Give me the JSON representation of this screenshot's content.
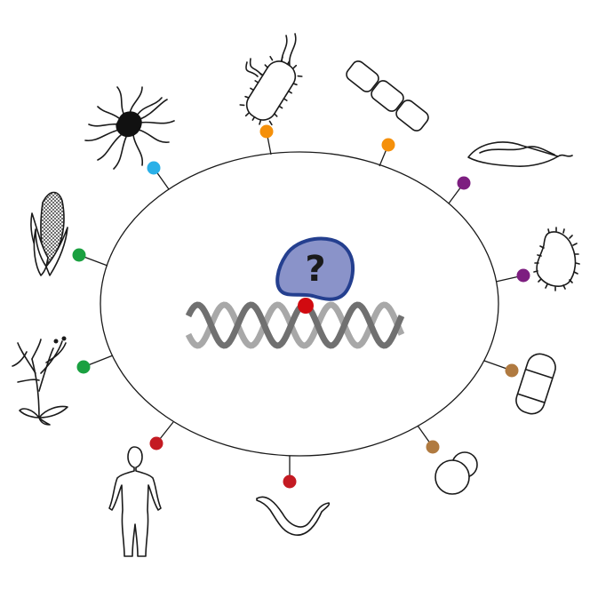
{
  "diagram": {
    "protein_label": "?",
    "colors": {
      "ellipse_stroke": "#1a1a1a",
      "dna_strand_dark": "#707070",
      "dna_strand_light": "#a8a8a8",
      "protein_fill": "#8a93c9",
      "protein_stroke": "#243f8f",
      "binding_site": "#d10a10"
    },
    "organisms": [
      {
        "id": "protist-flagellate",
        "icon": "flagellate-cell-icon",
        "marker_color": "#2ab0e8"
      },
      {
        "id": "bacterium-rod",
        "icon": "rod-bacterium-icon",
        "marker_color": "#f5900a"
      },
      {
        "id": "bacterium-chain",
        "icon": "chain-bacterium-icon",
        "marker_color": "#f5900a"
      },
      {
        "id": "trypanosome",
        "icon": "trypanosome-icon",
        "marker_color": "#7d1e80"
      },
      {
        "id": "amoeba",
        "icon": "amoeba-icon",
        "marker_color": "#7d1e80"
      },
      {
        "id": "fission-yeast",
        "icon": "fission-yeast-icon",
        "marker_color": "#b07a40"
      },
      {
        "id": "budding-yeast",
        "icon": "budding-yeast-icon",
        "marker_color": "#b07a40"
      },
      {
        "id": "nematode",
        "icon": "worm-icon",
        "marker_color": "#c41a22"
      },
      {
        "id": "human",
        "icon": "human-icon",
        "marker_color": "#c41a22"
      },
      {
        "id": "arabidopsis",
        "icon": "plant-icon",
        "marker_color": "#1aa040"
      },
      {
        "id": "maize",
        "icon": "corn-icon",
        "marker_color": "#1aa040"
      }
    ]
  }
}
